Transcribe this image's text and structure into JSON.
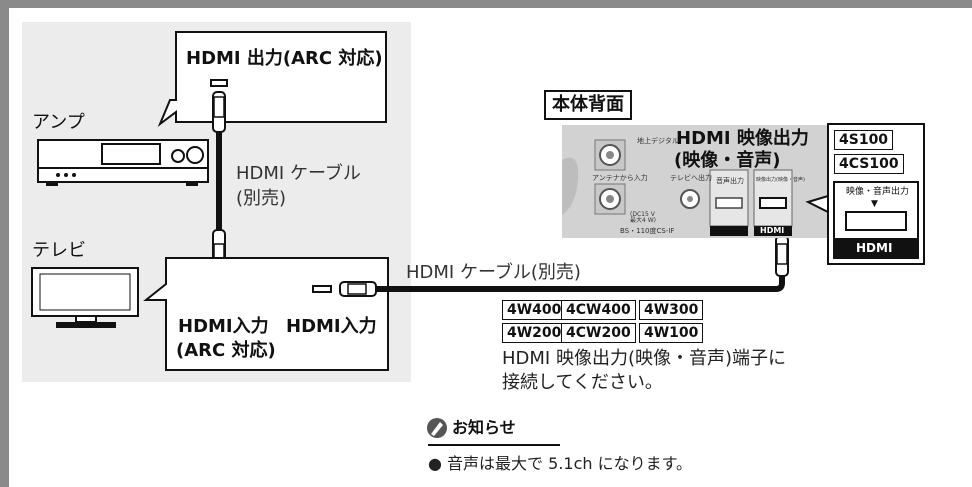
{
  "labels": {
    "hdmi_out_arc": "HDMI 出力(ARC 対応)",
    "amp": "アンプ",
    "tv": "テレビ",
    "cable1_line1": "HDMI ケーブル",
    "cable1_line2": "(別売)",
    "tv_hdmi_in_arc_line1": "HDMI入力",
    "tv_hdmi_in_arc_line2": "(ARC 対応)",
    "tv_hdmi_in": "HDMI入力",
    "cable2": "HDMI ケーブル(別売)",
    "unit_back": "本体背面",
    "video_out_line1": "HDMI 映像出力",
    "video_out_line2": "(映像・音声)"
  },
  "models_right": [
    "4S100",
    "4CS100"
  ],
  "models_bottom_row1": [
    "4W400",
    "4CW400",
    "4W300"
  ],
  "models_bottom_row2": [
    "4W200",
    "4CW200",
    "4W100"
  ],
  "connect_text_line1": "HDMI 映像出力(映像・音声)端子に",
  "connect_text_line2": "接続してください。",
  "panel_small_labels": {
    "terrestrial": "地上デジタル",
    "antenna_in": "アンテナから入力",
    "tv_out": "テレビへ出力",
    "audio_out": "音声出力",
    "video_audio_out": "映像出力(映像・音声)",
    "dc_rating": "(DC15 V\n最大4 W)",
    "bs_cs": "BS・110度CS-IF"
  },
  "inset": {
    "label": "映像・音声出力",
    "arrow": "▼",
    "logo": "HDMI"
  },
  "hdmi_logo": "HDMI",
  "note": {
    "heading": "お知らせ",
    "bullet": "● 音声は最大で 5.1ch になります。"
  }
}
